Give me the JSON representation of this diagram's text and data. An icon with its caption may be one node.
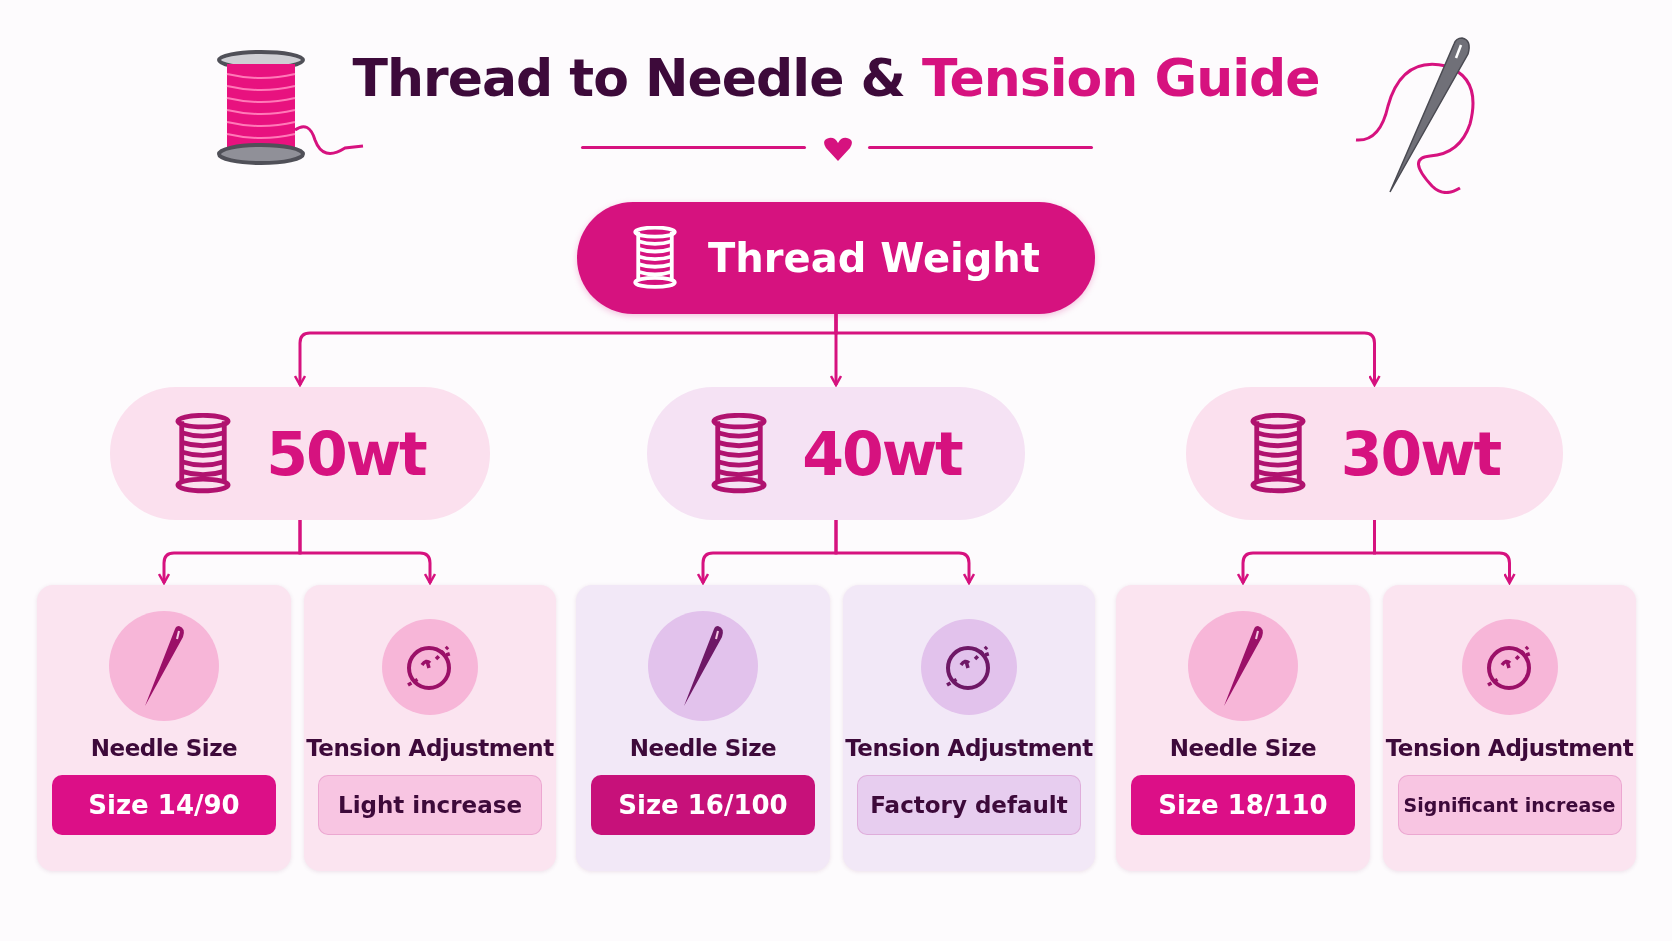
{
  "diagram": {
    "title": "Thread to Needle & Tension Guide",
    "nodes": [
      {
        "text": [
          "Thread Weight"
        ]
      },
      {
        "text": [
          "50wt"
        ]
      },
      {
        "text": [
          "40wt"
        ]
      },
      {
        "text": [
          "30wt"
        ]
      },
      {
        "text": [
          "Needle Size",
          "Size 14/90"
        ]
      },
      {
        "text": [
          "Tension Adjustment",
          "Light increase"
        ]
      },
      {
        "text": [
          "Needle Size",
          "Size 16/100"
        ]
      },
      {
        "text": [
          "Tension Adjustment",
          "Factory default"
        ]
      },
      {
        "text": [
          "Needle Size",
          "Size 18/110"
        ]
      },
      {
        "text": [
          "Tension Adjustment",
          "Significant increase"
        ]
      }
    ],
    "edges": [
      {
        "from": 0,
        "to": 1,
        "arrow": "to"
      },
      {
        "from": 0,
        "to": 2,
        "arrow": "to"
      },
      {
        "from": 0,
        "to": 3,
        "arrow": "to"
      },
      {
        "from": 1,
        "to": 4,
        "arrow": "to"
      },
      {
        "from": 1,
        "to": 5,
        "arrow": "to"
      },
      {
        "from": 2,
        "to": 6,
        "arrow": "to"
      },
      {
        "from": 2,
        "to": 7,
        "arrow": "to"
      },
      {
        "from": 3,
        "to": 8,
        "arrow": "to"
      },
      {
        "from": 3,
        "to": 9,
        "arrow": "to"
      }
    ]
  }
}
